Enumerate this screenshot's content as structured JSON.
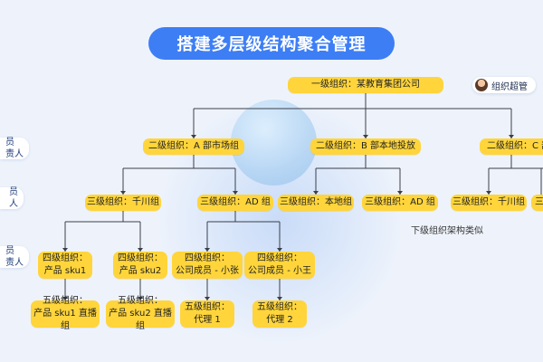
{
  "title": "搭建多层级结构聚合管理",
  "admin_label": "组织超管",
  "note": "下级组织架构类似",
  "side_labels": [
    "员\n责人",
    "员\n人",
    "员\n责人"
  ],
  "level1": "一级组织：某教育集团公司",
  "level2": [
    "二级组织：A 部市场组",
    "二级组织：B 部本地投放",
    "二级组织：C 部"
  ],
  "level3": [
    "三级组织：千川组",
    "三级组织：AD 组",
    "三级组织：本地组",
    "三级组织：AD 组",
    "三级组织：千川组",
    "三"
  ],
  "level4": [
    "四级组织：\n产品 sku1",
    "四级组织：\n产品 sku2",
    "四级组织：\n公司成员 - 小张",
    "四级组织：\n公司成员 - 小王"
  ],
  "level5": [
    "五级组织：\n产品 sku1 直播组",
    "五级组织：\n产品 sku2 直播组",
    "五级组织：\n代理 1",
    "五级组织：\n代理 2"
  ],
  "colors": {
    "node": "#ffd53b",
    "title": "#3d7ef5",
    "line": "#3a3f4a",
    "background": "#eef3fb"
  },
  "icons": [
    "avatar-icon"
  ]
}
